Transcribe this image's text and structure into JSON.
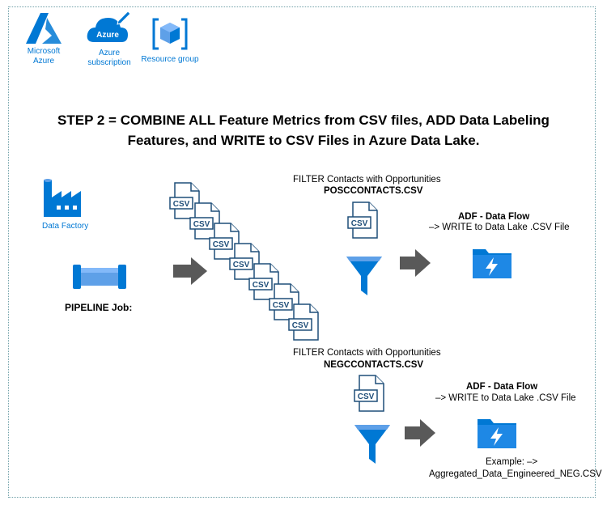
{
  "header": {
    "icons": [
      {
        "name": "azure-logo-icon",
        "label": "Microsoft\nAzure"
      },
      {
        "name": "azure-subscription-icon",
        "label": "Azure\nsubscription",
        "badge": "Azure"
      },
      {
        "name": "resource-group-icon",
        "label": "Resource group"
      }
    ]
  },
  "title": {
    "line1": "STEP 2 = COMBINE  ALL Feature Metrics from CSV files, ADD Data Labeling",
    "line2": "Features, and WRITE to CSV Files in Azure Data Lake."
  },
  "left": {
    "data_factory_label": "Data Factory",
    "pipeline_label": "PIPELINE Job:"
  },
  "csv_file_label": "CSV",
  "csv_stack_count": 7,
  "pos_branch": {
    "filter_text": "FILTER Contacts with Opportunities",
    "file_name": "POSCCONTACTS.CSV",
    "flow_title": "ADF - Data Flow",
    "flow_desc": "–> WRITE to Data Lake .CSV File"
  },
  "neg_branch": {
    "filter_text": "FILTER Contacts with Opportunities",
    "file_name": "NEGCCONTACTS.CSV",
    "flow_title": "ADF - Data Flow",
    "flow_desc": "–> WRITE to Data Lake .CSV File",
    "example_label": "Example:  –>",
    "example_file": "Aggregated_Data_Engineered_NEG.CSV"
  },
  "colors": {
    "azure_blue": "#0078d4",
    "arrow_gray": "#595959",
    "frame_dots": "#6fa0a8"
  }
}
